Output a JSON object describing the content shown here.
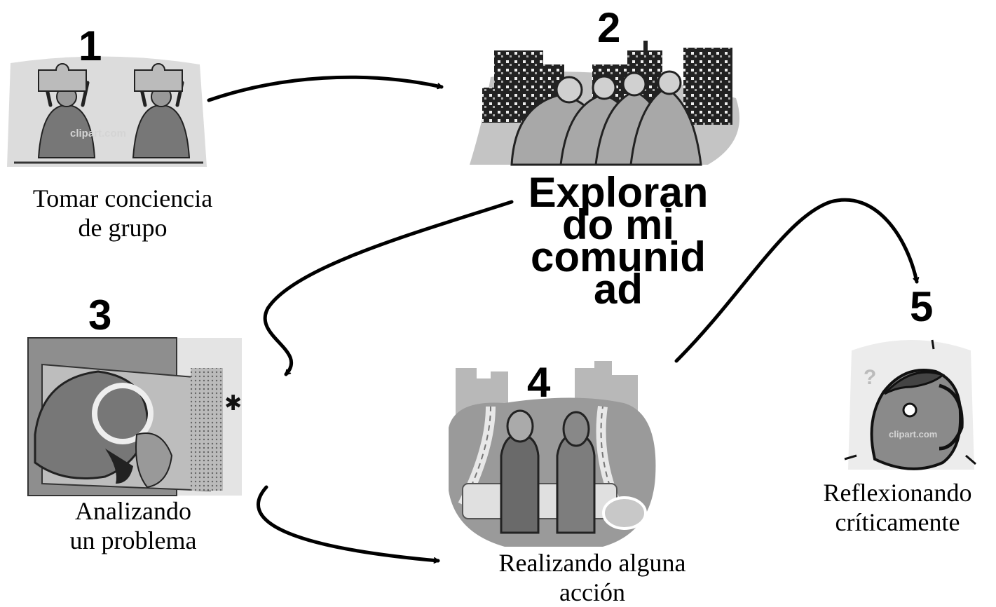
{
  "steps": [
    {
      "number": "1",
      "caption_lines": [
        "Tomar conciencia",
        "de grupo"
      ],
      "watermark": "clipart.com"
    },
    {
      "number": "2",
      "caption_lines": [
        "Exploran",
        "do mi",
        "comunid",
        "ad"
      ]
    },
    {
      "number": "3",
      "caption_lines": [
        "Analizando",
        "un problema"
      ]
    },
    {
      "number": "4",
      "caption_lines": [
        "Realizando alguna",
        "acción"
      ]
    },
    {
      "number": "5",
      "caption_lines": [
        "Reflexionando",
        "críticamente"
      ],
      "watermark": "clipart.com"
    }
  ],
  "icons": {
    "step1": "puzzle-people-icon",
    "step2": "city-crowd-icon",
    "step3": "detective-pipe-icon",
    "step4": "people-on-road-icon",
    "step5": "thinking-person-icon"
  },
  "colors": {
    "ink": "#000000",
    "light_gray": "#c8c8c8",
    "mid_gray": "#999999",
    "dark_gray": "#555555"
  }
}
